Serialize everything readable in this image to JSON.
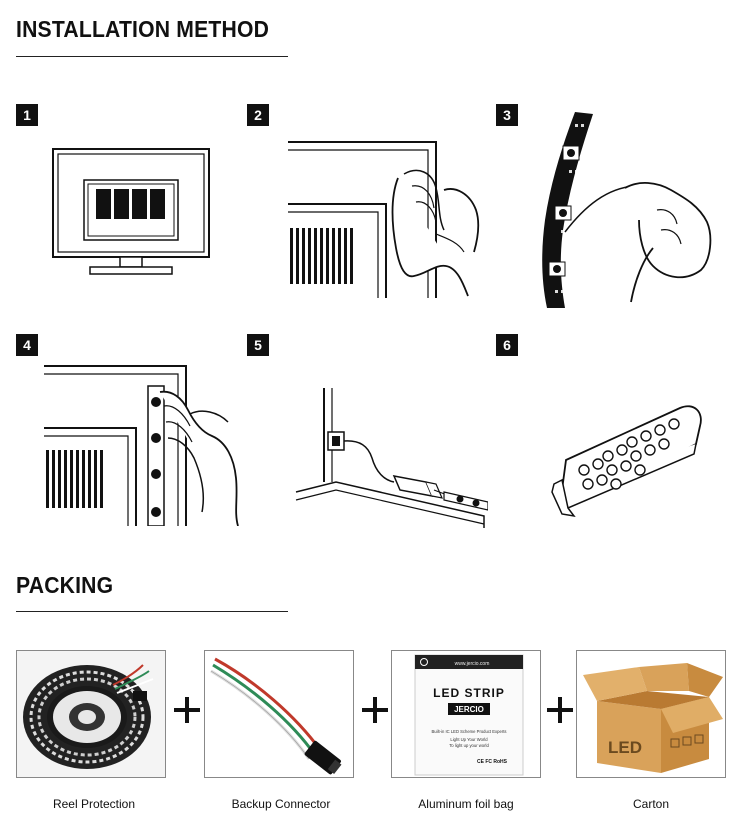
{
  "installation": {
    "title": "INSTALLATION METHOD",
    "steps": [
      {
        "number": "1",
        "icon": "tv-monitor-icon"
      },
      {
        "number": "2",
        "icon": "wipe-surface-icon"
      },
      {
        "number": "3",
        "icon": "peel-backing-icon"
      },
      {
        "number": "4",
        "icon": "press-strip-icon"
      },
      {
        "number": "5",
        "icon": "connect-controller-icon"
      },
      {
        "number": "6",
        "icon": "remote-control-icon"
      }
    ]
  },
  "packing": {
    "title": "PACKING",
    "items": [
      {
        "label": "Reel Protection",
        "icon": "led-reel-icon"
      },
      {
        "label": "Backup Connector",
        "icon": "connector-cable-icon"
      },
      {
        "label": "Aluminum foil bag",
        "icon": "foil-bag-icon"
      },
      {
        "label": "Carton",
        "icon": "carton-box-icon"
      }
    ],
    "bag": {
      "brand_line": "www.jercio.com",
      "title": "LED STRIP",
      "brand": "JERCIO",
      "desc1": "Built-in IC LED Scheme Product Experts",
      "desc2": "Light Up Your World",
      "desc3": "To light up your world",
      "certs": "CE FC RoHS"
    },
    "carton_text": "LED"
  }
}
